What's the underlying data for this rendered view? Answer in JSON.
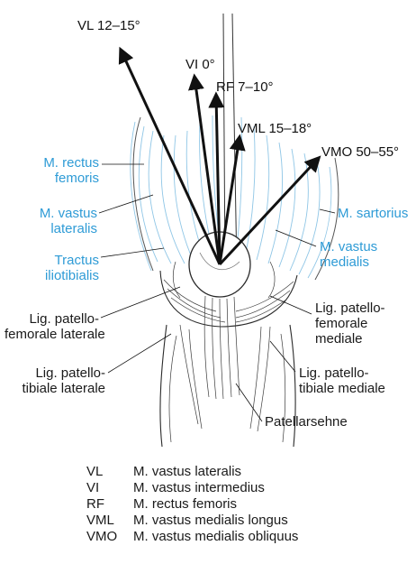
{
  "colors": {
    "muscle_label": "#2e9bd6",
    "structure_label": "#1a1a1a",
    "drawing": "#2a2a2a",
    "muscle_fibers": "#8fc6e6"
  },
  "vectors": [
    {
      "id": "vl",
      "label": "VL 12–15°"
    },
    {
      "id": "vi",
      "label": "VI 0°"
    },
    {
      "id": "rf",
      "label": "RF 7–10°"
    },
    {
      "id": "vml",
      "label": "VML 15–18°"
    },
    {
      "id": "vmo",
      "label": "VMO 50–55°"
    }
  ],
  "labels_left": {
    "rectus": [
      "M. rectus",
      "femoris"
    ],
    "vastus_lat": [
      "M. vastus",
      "lateralis"
    ],
    "tractus": [
      "Tractus",
      "iliotibialis"
    ],
    "lig_pf_lat": [
      "Lig. patello-",
      "femorale laterale"
    ],
    "lig_pt_lat": [
      "Lig. patello-",
      "tibiale laterale"
    ]
  },
  "labels_right": {
    "sartorius": "M. sartorius",
    "vastus_med": [
      "M. vastus",
      "medialis"
    ],
    "lig_pf_med": [
      "Lig. patello-",
      "femorale",
      "mediale"
    ],
    "lig_pt_med": [
      "Lig. patello-",
      "tibiale mediale"
    ],
    "patellar_tendon": "Patellarsehne"
  },
  "legend": [
    {
      "abbr": "VL",
      "text": "M. vastus lateralis"
    },
    {
      "abbr": "VI",
      "text": "M. vastus intermedius"
    },
    {
      "abbr": "RF",
      "text": "M. rectus femoris"
    },
    {
      "abbr": "VML",
      "text": "M. vastus medialis longus"
    },
    {
      "abbr": "VMO",
      "text": "M. vastus medialis obliquus"
    }
  ]
}
